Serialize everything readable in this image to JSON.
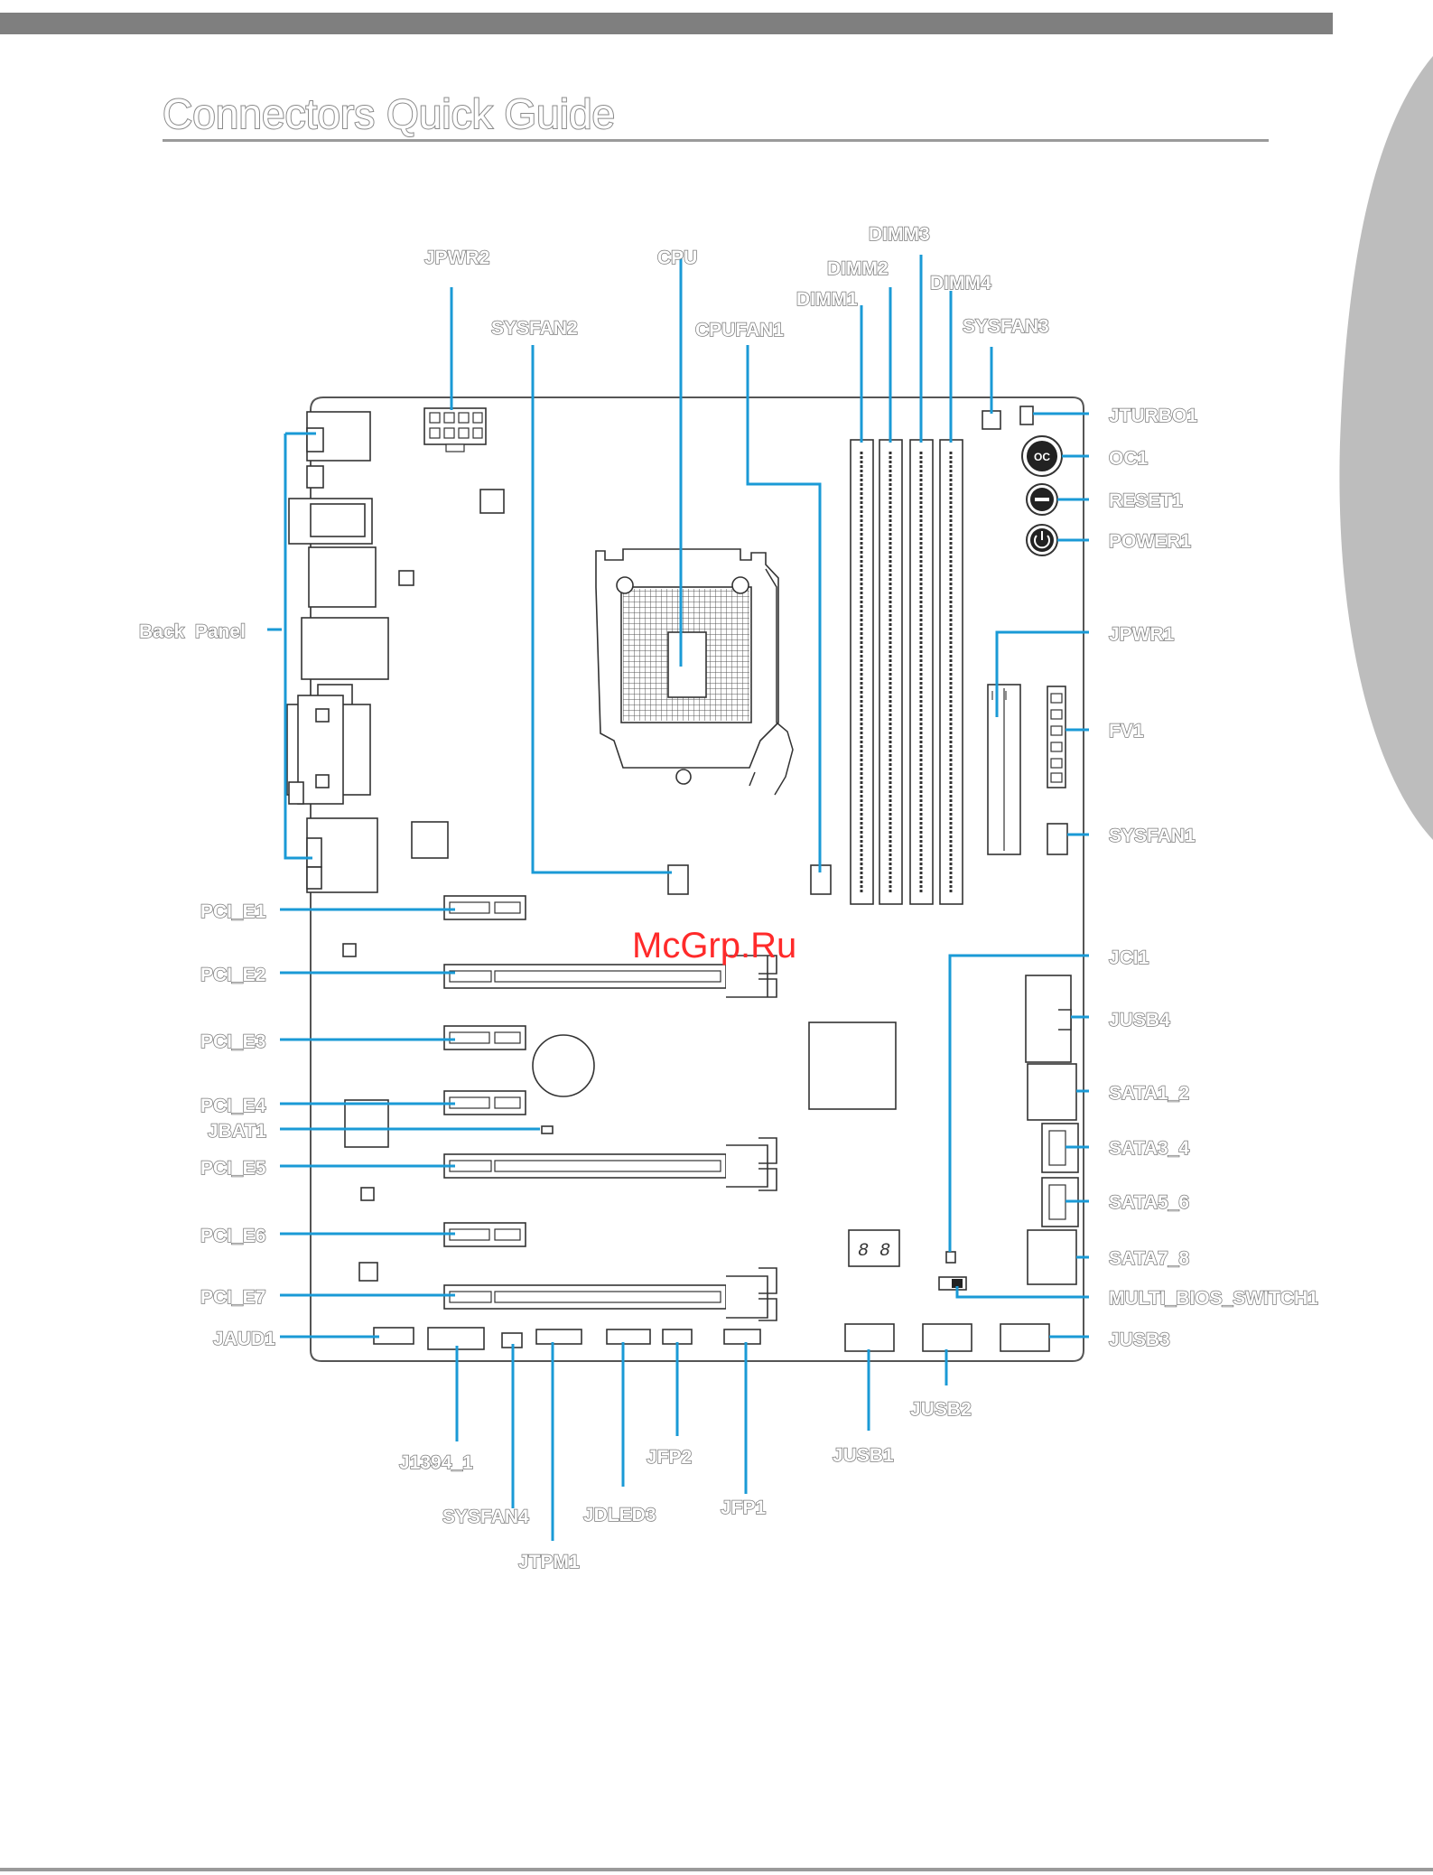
{
  "page": {
    "title": "Connectors Quick Guide",
    "watermark": "McGrp.Ru"
  },
  "labels": {
    "jpwr2": "JPWR2",
    "cpu": "CPU",
    "sysfan2": "SYSFAN2",
    "cpufan1": "CPUFAN1",
    "dimm1": "DIMM1",
    "dimm2": "DIMM2",
    "dimm3": "DIMM3",
    "dimm4": "DIMM4",
    "sysfan3": "SYSFAN3",
    "jturbo1": "JTURBO1",
    "oc1": "OC1",
    "reset1": "RESET1",
    "power1": "POWER1",
    "jpwr1": "JPWR1",
    "fv1": "FV1",
    "sysfan1": "SYSFAN1",
    "jci1": "JCI1",
    "jusb4": "JUSB4",
    "sata1_2": "SATA1_2",
    "sata3_4": "SATA3_4",
    "sata5_6": "SATA5_6",
    "sata7_8": "SATA7_8",
    "multi_bios_switch1": "MULTI_BIOS_SWITCH1",
    "jusb3": "JUSB3",
    "back_panel": "Back  Panel",
    "pci_e1": "PCI_E1",
    "pci_e2": "PCI_E2",
    "pci_e3": "PCI_E3",
    "pci_e4": "PCI_E4",
    "jbat1": "JBAT1",
    "pci_e5": "PCI_E5",
    "pci_e6": "PCI_E6",
    "pci_e7": "PCI_E7",
    "jaud1": "JAUD1",
    "j1394_1": "J1394_1",
    "sysfan4": "SYSFAN4",
    "jtpm1": "JTPM1",
    "jdled3": "JDLED3",
    "jfp2": "JFP2",
    "jfp1": "JFP1",
    "jusb1": "JUSB1",
    "jusb2": "JUSB2",
    "debug_led": "8 8"
  },
  "colors": {
    "leader": "#1a9ad6",
    "header_bar": "#7f7f7f",
    "side_tab": "#bdbdbd",
    "watermark": "#ff2a2a"
  },
  "icons": {
    "oc1": "oc-button-icon",
    "reset1": "reset-button-icon",
    "power1": "power-button-icon"
  }
}
